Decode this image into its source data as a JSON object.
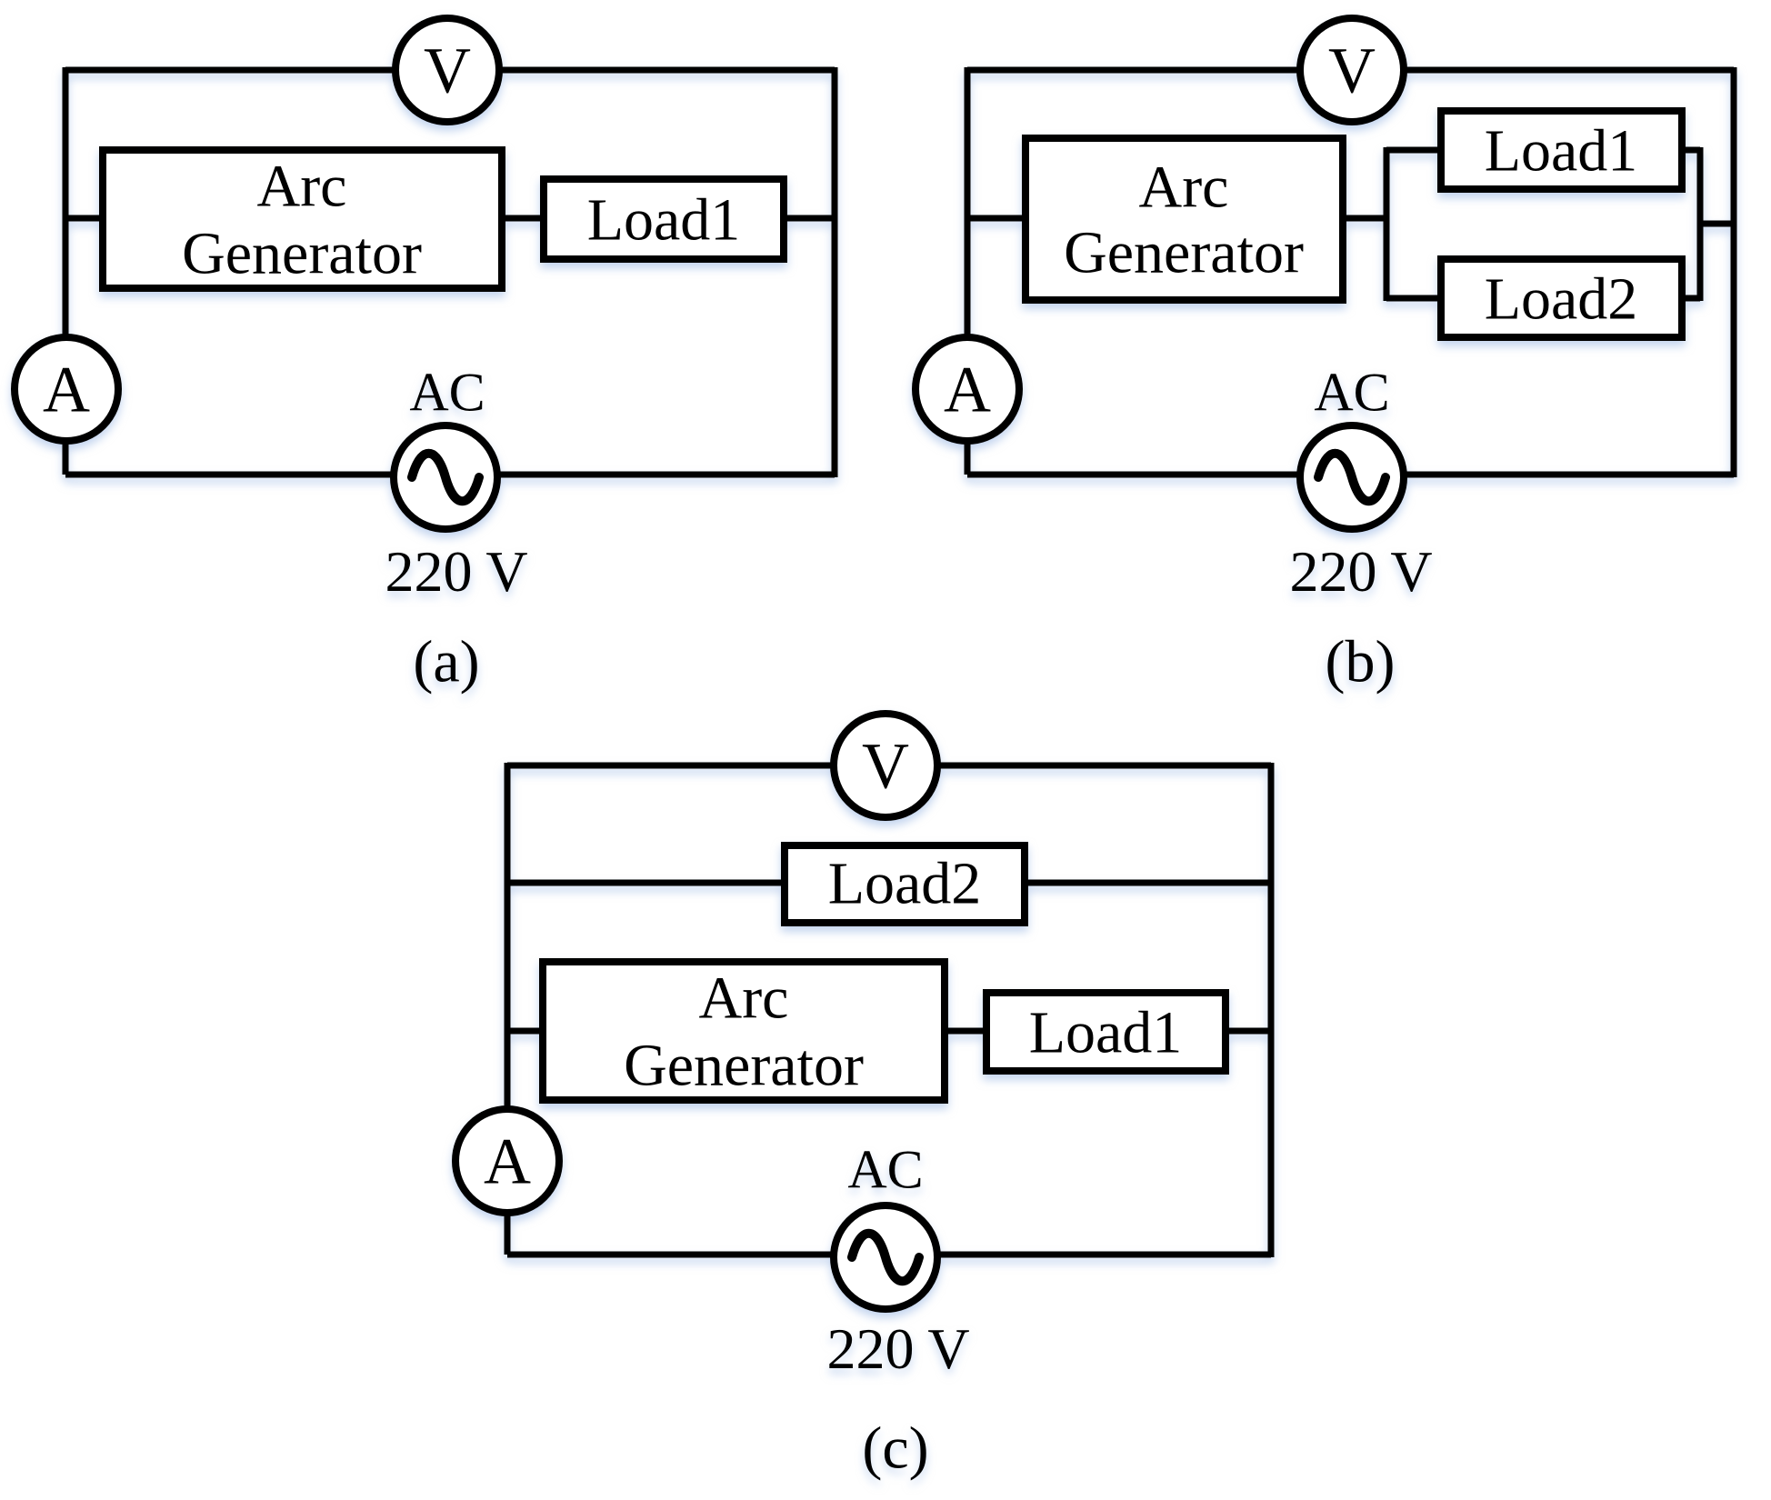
{
  "figure": {
    "colors": {
      "line": "#000000",
      "background": "#ffffff",
      "glow": "#c9daf2"
    },
    "panels": {
      "a": {
        "caption": "(a)",
        "voltmeter": "V",
        "ammeter": "A",
        "arc_generator": {
          "line1": "Arc",
          "line2": "Generator"
        },
        "loads": {
          "load1": "Load1"
        },
        "source": {
          "type": "AC",
          "voltage": "220 V"
        }
      },
      "b": {
        "caption": "(b)",
        "voltmeter": "V",
        "ammeter": "A",
        "arc_generator": {
          "line1": "Arc",
          "line2": "Generator"
        },
        "loads": {
          "load1": "Load1",
          "load2": "Load2"
        },
        "source": {
          "type": "AC",
          "voltage": "220 V"
        }
      },
      "c": {
        "caption": "(c)",
        "voltmeter": "V",
        "ammeter": "A",
        "arc_generator": {
          "line1": "Arc",
          "line2": "Generator"
        },
        "loads": {
          "load1": "Load1",
          "load2": "Load2"
        },
        "source": {
          "type": "AC",
          "voltage": "220 V"
        }
      }
    }
  }
}
